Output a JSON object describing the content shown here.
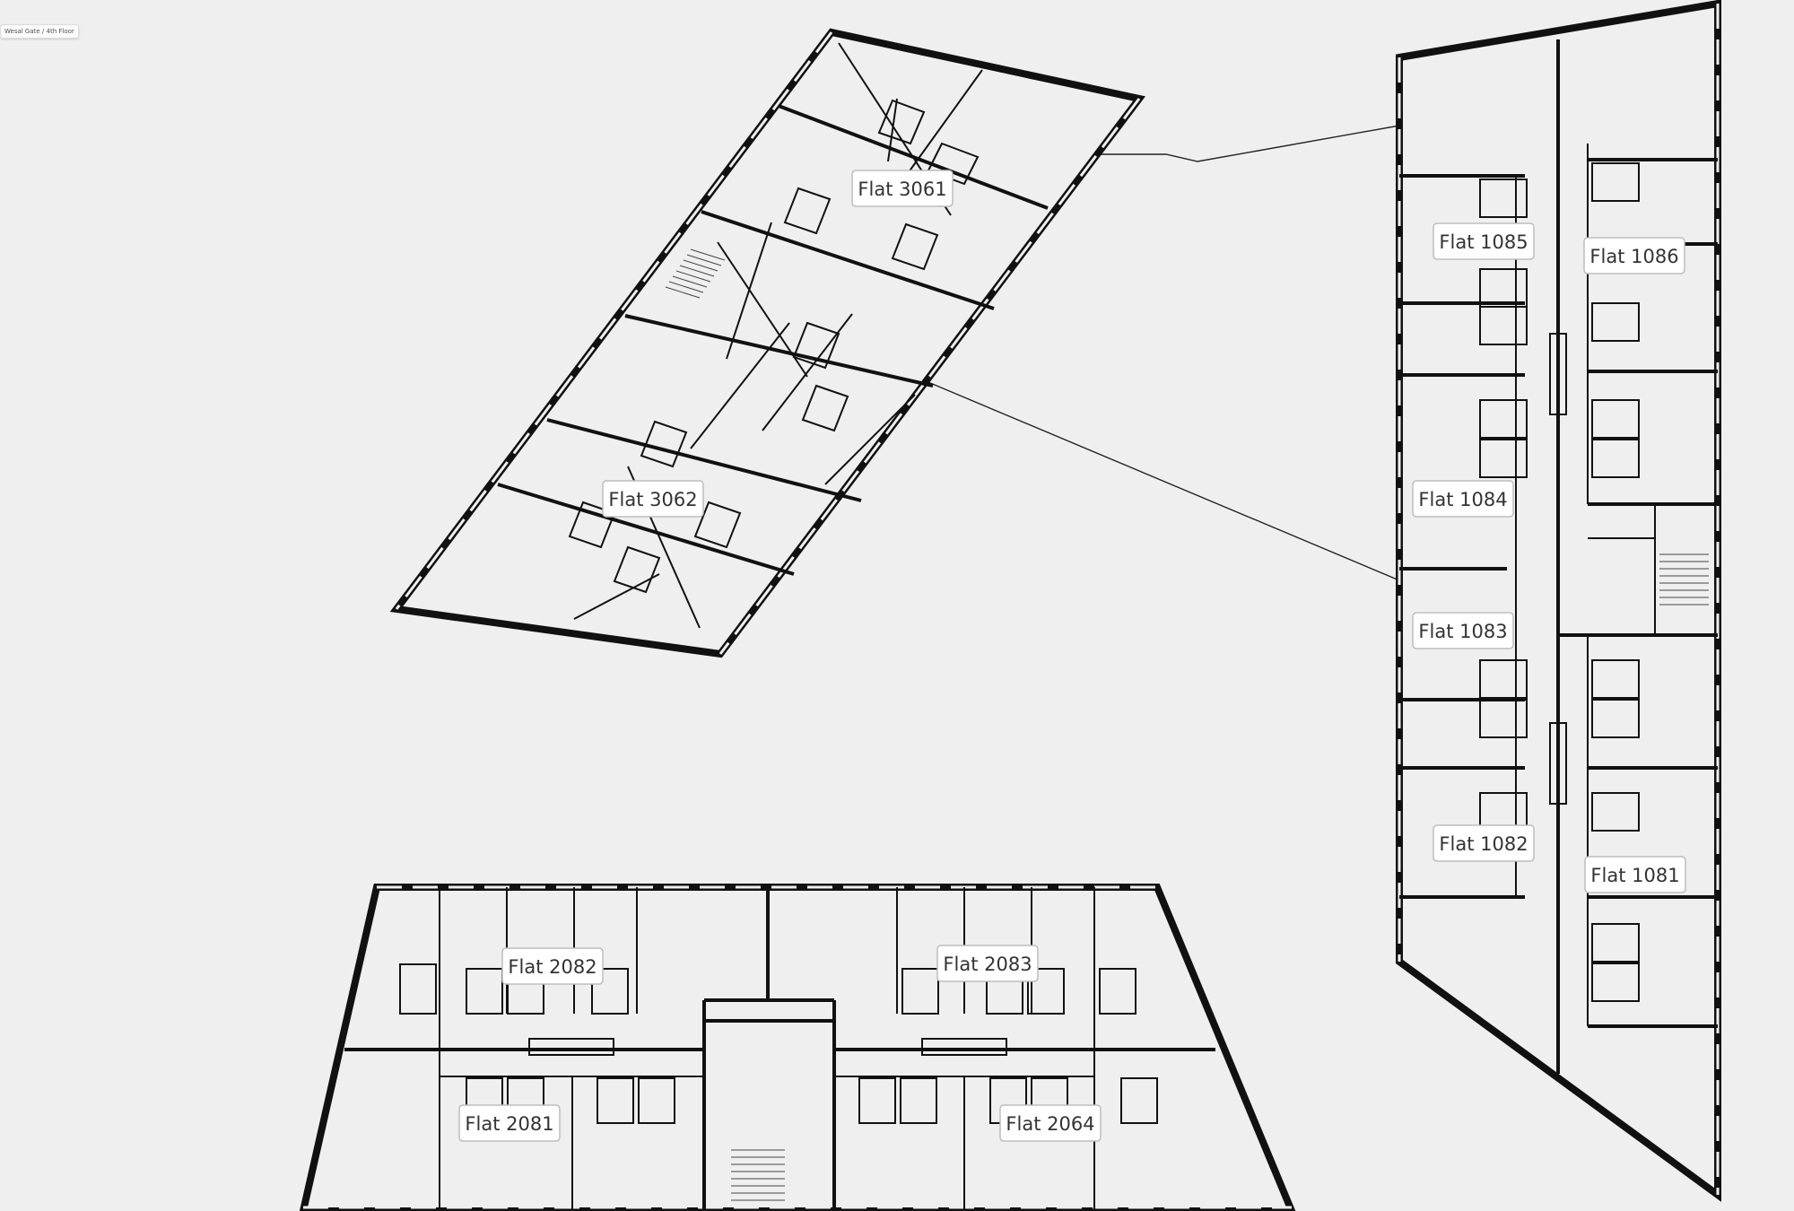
{
  "breadcrumb": "Wesal Gate / 4th Floor",
  "flats": {
    "f3061": "Flat 3061",
    "f3062": "Flat 3062",
    "f1085": "Flat 1085",
    "f1086": "Flat 1086",
    "f1084": "Flat 1084",
    "f1083": "Flat 1083",
    "f1082": "Flat 1082",
    "f1081": "Flat 1081",
    "f2082": "Flat 2082",
    "f2083": "Flat 2083",
    "f2081": "Flat 2081",
    "f2064": "Flat 2064"
  },
  "colors": {
    "background": "#efefef",
    "wall": "#111111",
    "label_bg": "#ffffff",
    "label_border": "#bdbdbd"
  }
}
